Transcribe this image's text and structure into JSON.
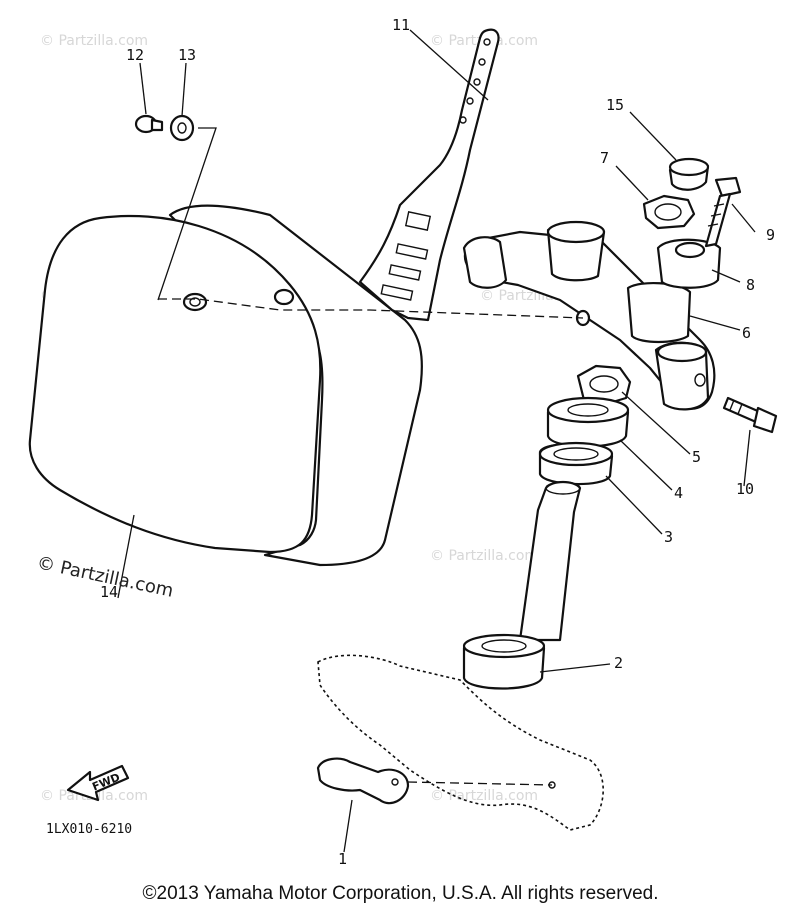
{
  "diagram": {
    "part_labels": [
      "1",
      "2",
      "3",
      "4",
      "5",
      "6",
      "7",
      "8",
      "9",
      "10",
      "11",
      "12",
      "13",
      "14",
      "15"
    ],
    "watermark": "© Partzilla.com",
    "diagram_code": "1LX010-6210",
    "fwd_label": "FWD",
    "copyright": "©2013 Yamaha Motor Corporation, U.S.A. All rights reserved."
  },
  "colors": {
    "ink": "#111111",
    "watermark": "#d7d7d7",
    "background": "#ffffff"
  }
}
